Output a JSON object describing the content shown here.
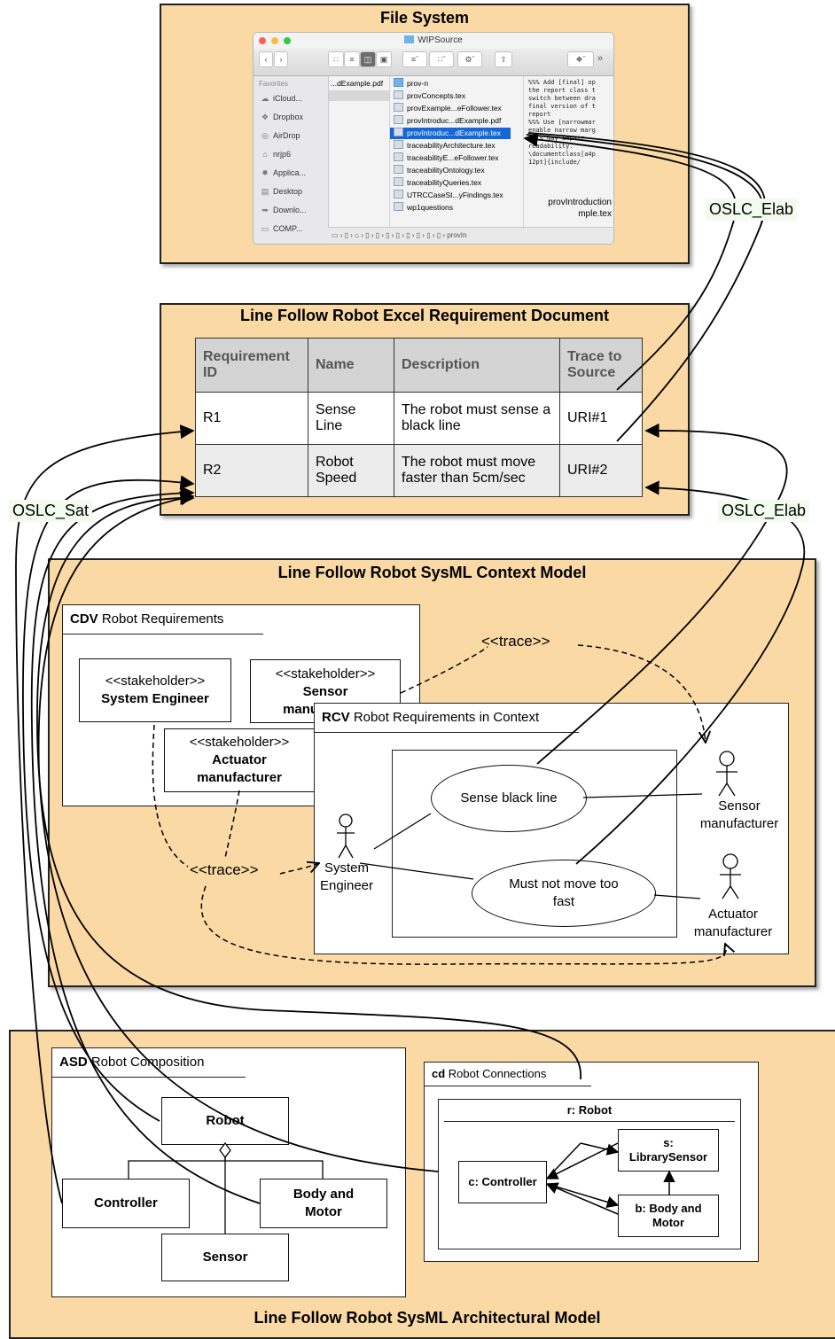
{
  "file_system": {
    "title": "File System",
    "window_title": "WIPSource",
    "sidebar_header": "Favorites",
    "sidebar": [
      "iCloud...",
      "Dropbox",
      "AirDrop",
      "nrjp6",
      "Applica...",
      "Desktop",
      "Downlo...",
      "COMP..."
    ],
    "col1_item": "...dExample.pdf",
    "files": [
      "prov-n",
      "provConcepts.tex",
      "provExample...eFollower.tex",
      "provIntroduc...dExample.pdf",
      "provIntroduc...dExample.tex",
      "traceabilityArchitecture.tex",
      "traceabilityE...eFollower.tex",
      "traceabilityOntology.tex",
      "traceabilityQueries.tex",
      "UTRCCaseSt...yFindings.tex",
      "wp1questions"
    ],
    "preview_text": "%%% Add [final] op\nthe report class t\nswitch between dra\nfinal version of t\nreport\n%%% Use [narrowmar\nenable narrow marg\nthis may impair\nreadability.\n\\documentclass[a4p\n12pt]{include/",
    "preview_filename_1": "provIntroduction",
    "preview_filename_2": "mple.tex",
    "pathbar": "provIn"
  },
  "requirements": {
    "title": "Line Follow Robot Excel Requirement Document",
    "headers": [
      "Requirement ID",
      "Name",
      "Description",
      "Trace to Source"
    ],
    "rows": [
      [
        "R1",
        "Sense Line",
        "The robot must sense a black line",
        "URI#1"
      ],
      [
        "R2",
        "Robot Speed",
        "The robot must move faster than 5cm/sec",
        "URI#2"
      ]
    ]
  },
  "labels": {
    "oslc_elab_top": "OSLC_Elab",
    "oslc_elab_mid": "OSLC_Elab",
    "oslc_sat": "OSLC_Sat"
  },
  "context_model": {
    "title": "Line Follow Robot SysML Context Model",
    "cdv_kw": "CDV",
    "cdv_name": "Robot Requirements",
    "stereotype": "<<stakeholder>>",
    "stakeholder_system": "System Engineer",
    "stakeholder_sensor": "Sensor manufacturer",
    "stakeholder_actuator": "Actuator manufacturer",
    "trace": "<<trace>>",
    "rcv_kw": "RCV",
    "rcv_name": "Robot Requirements in Context",
    "usecase_sense": "Sense black line",
    "usecase_move": "Must not move too fast",
    "actor_system": "System Engineer",
    "actor_sensor": "Sensor manufacturer",
    "actor_actuator": "Actuator manufacturer"
  },
  "arch_model": {
    "title": "Line Follow Robot SysML Architectural Model",
    "asd_kw": "ASD",
    "asd_name": "Robot Composition",
    "robot": "Robot",
    "controller": "Controller",
    "body_motor": "Body and Motor",
    "sensor": "Sensor",
    "cd_kw": "cd",
    "cd_name": "Robot Connections",
    "r_robot": "r: Robot",
    "c_controller": "c: Controller",
    "s_sensor": "s: LibrarySensor",
    "b_body": "b: Body and Motor"
  }
}
